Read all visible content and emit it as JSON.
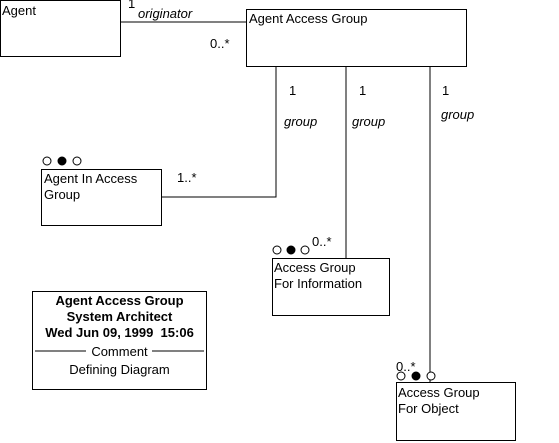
{
  "diagram": {
    "classes": {
      "agent": {
        "lines": [
          "Agent"
        ]
      },
      "agent_access_group": {
        "lines": [
          "Agent Access Group"
        ]
      },
      "agent_in_access_group": {
        "lines": [
          "Agent In Access",
          "Group"
        ]
      },
      "access_group_info": {
        "lines": [
          "Access Group",
          "For Information"
        ]
      },
      "access_group_object": {
        "lines": [
          "Access Group",
          "For Object"
        ]
      }
    },
    "associations": {
      "originator": {
        "role": "originator",
        "end_agent": "1",
        "end_group": "0..*"
      },
      "group_agent_in": {
        "role": "group",
        "end_top": "1",
        "end_bottom": "1..*"
      },
      "group_info": {
        "role": "group",
        "end_top": "1",
        "end_bottom": "0..*"
      },
      "group_object": {
        "role": "group",
        "end_top": "1",
        "end_bottom": "0..*"
      }
    },
    "info_box": {
      "title": "Agent Access Group",
      "author": "System Architect",
      "date": "Wed Jun 09, 1999  15:06",
      "section": "Comment",
      "comment": "Defining Diagram"
    }
  }
}
